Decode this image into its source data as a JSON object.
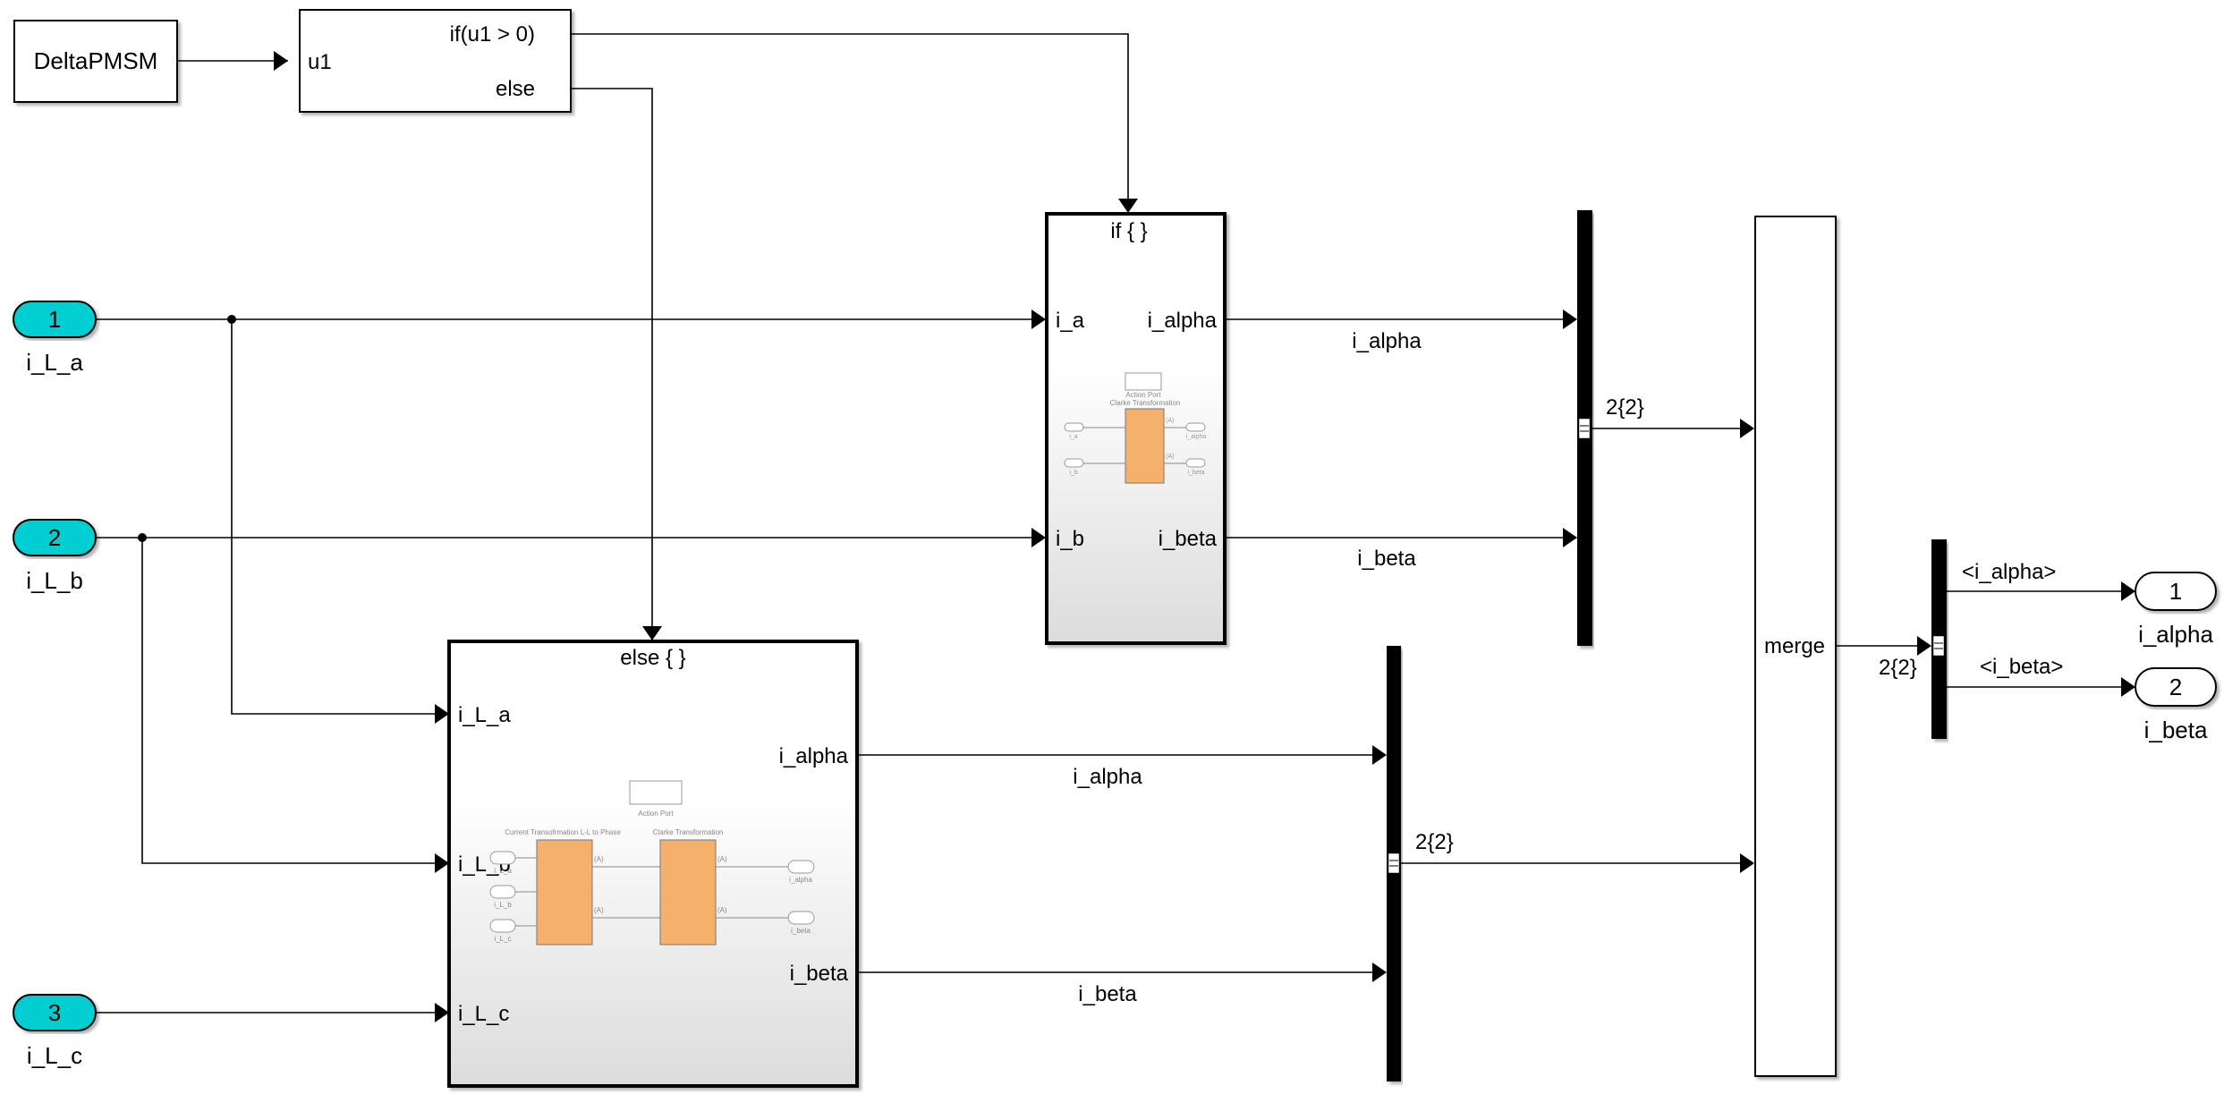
{
  "diagram": {
    "type": "simulink-model",
    "blocks": {
      "delta_source": {
        "label": "DeltaPMSM"
      },
      "if_block": {
        "input_label": "u1",
        "if_output_label": "if(u1 > 0)",
        "else_output_label": "else"
      },
      "inports": [
        {
          "number": "1",
          "name": "i_L_a"
        },
        {
          "number": "2",
          "name": "i_L_b"
        },
        {
          "number": "3",
          "name": "i_L_c"
        }
      ],
      "if_subsystem": {
        "title": "if { }",
        "inputs": [
          "i_a",
          "i_b"
        ],
        "outputs": [
          "i_alpha",
          "i_beta"
        ],
        "preview": {
          "action_port_label": "Action Port",
          "block_label": "Clarke Transformation",
          "inports": [
            "i_a",
            "i_b"
          ],
          "outports": [
            "i_alpha",
            "i_beta"
          ],
          "signal_tag": "(A)"
        }
      },
      "else_subsystem": {
        "title": "else { }",
        "inputs": [
          "i_L_a",
          "i_L_b",
          "i_L_c"
        ],
        "outputs": [
          "i_alpha",
          "i_beta"
        ],
        "preview": {
          "action_port_label": "Action Port",
          "block1_label": "Current Transofrmation L-L to Phase",
          "block2_label": "Clarke Transformation",
          "inports": [
            "i_L_a",
            "i_L_b",
            "i_L_c"
          ],
          "outports": [
            "i_alpha",
            "i_beta"
          ],
          "signal_tag": "(A)"
        }
      },
      "merge": {
        "label": "merge"
      },
      "outports": [
        {
          "number": "1",
          "name": "i_alpha"
        },
        {
          "number": "2",
          "name": "i_beta"
        }
      ]
    },
    "signals": {
      "if_alpha": "i_alpha",
      "if_beta": "i_beta",
      "else_alpha": "i_alpha",
      "else_beta": "i_beta",
      "mux1_out": "2{2}",
      "mux2_out": "2{2}",
      "merge_out": "2{2}",
      "demux_alpha": "<i_alpha>",
      "demux_beta": "<i_beta>"
    },
    "colors": {
      "inport_fill": "#00CED1",
      "subsystem_content_fill": "#F5B06B"
    }
  }
}
